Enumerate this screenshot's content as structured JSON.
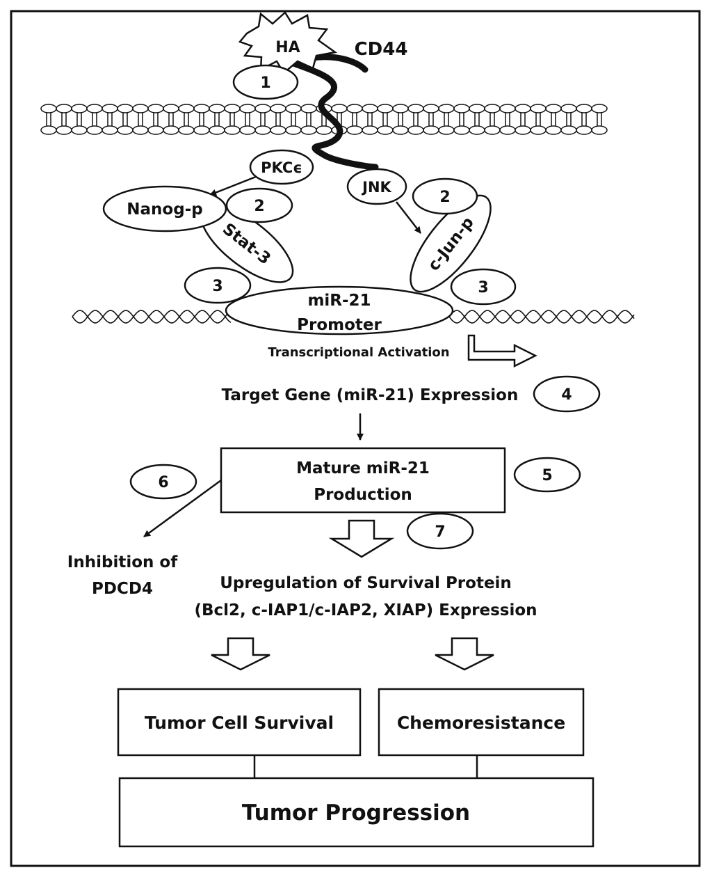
{
  "ligand": {
    "label": "HA"
  },
  "receptor": {
    "label": "CD44"
  },
  "kinases": {
    "pkc": "PKCϵ",
    "jnk": "JNK"
  },
  "factors": {
    "nanog": "Nanog-p",
    "stat3": "Stat-3",
    "cjun": "c-Jun-p"
  },
  "promoter": {
    "line1": "miR-21",
    "line2": "Promoter"
  },
  "steps": {
    "s1": "1",
    "s2_left": "2",
    "s2_right": "2",
    "s3_left": "3",
    "s3_right": "3",
    "s4": "4",
    "s5": "5",
    "s6": "6",
    "s7": "7"
  },
  "labels": {
    "transcriptional_activation": "Transcriptional Activation",
    "target_gene": "Target Gene (miR-21) Expression",
    "mature_line1": "Mature miR-21",
    "mature_line2": "Production",
    "inhibition_line1": "Inhibition of",
    "inhibition_line2": "PDCD4",
    "upregulation_line1": "Upregulation of Survival Protein",
    "upregulation_line2": "(Bcl2, c-IAP1/c-IAP2, XIAP) Expression",
    "survival": "Tumor Cell Survival",
    "chemoresistance": "Chemoresistance",
    "progression": "Tumor Progression"
  }
}
